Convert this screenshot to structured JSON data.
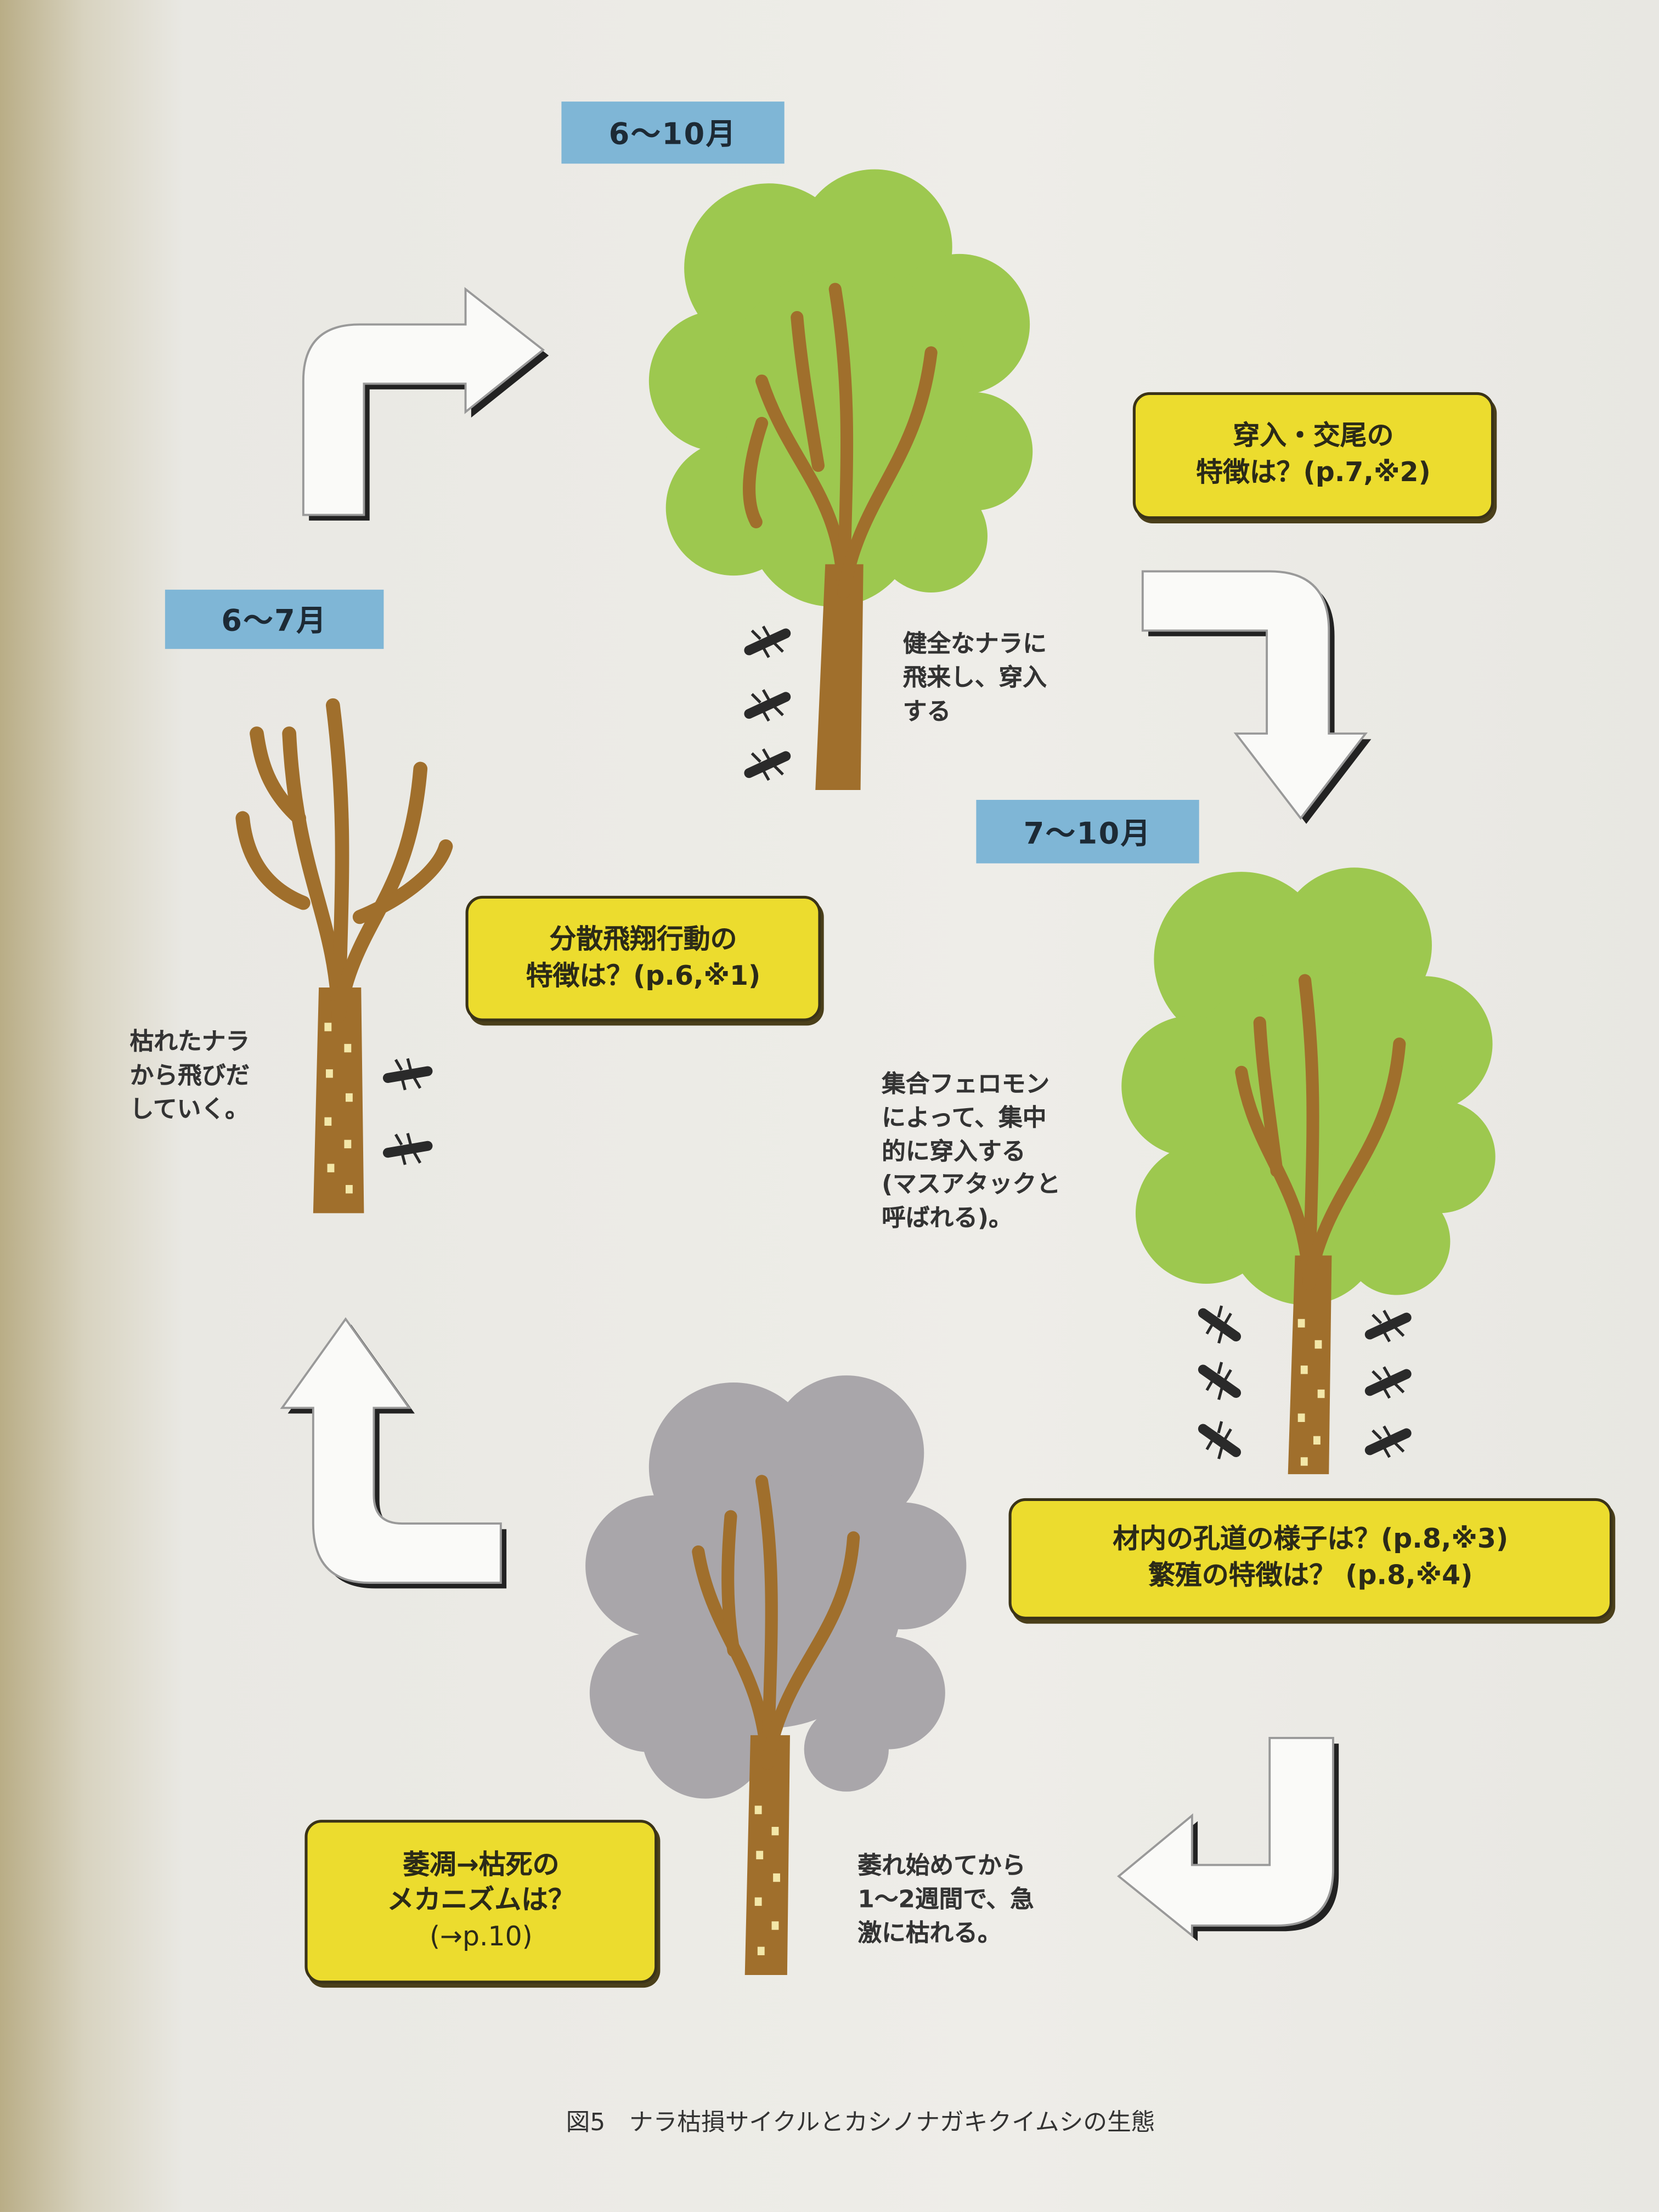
{
  "diagram": {
    "months": {
      "top": "6～10月",
      "right": "7～10月",
      "left": "6～7月"
    },
    "questions": {
      "entry": [
        "穿入・交尾の",
        "特徴は？(p.7,※2)"
      ],
      "gallery": [
        "材内の孔道の様子は？(p.8,※3)",
        "繁殖の特徴は？ (p.8,※4)"
      ],
      "death": [
        "萎凋→枯死の",
        "メカニズムは？",
        "(→p.10)"
      ],
      "dispersal": [
        "分散飛翔行動の",
        "特徴は？(p.6,※1)"
      ]
    },
    "notes": {
      "healthy": [
        "健全なナラに",
        "飛来し、穿入",
        "する"
      ],
      "mass_attack": [
        "集合フェロモン",
        "によって、集中",
        "的に穿入する",
        "(マスアタックと",
        "呼ばれる)。"
      ],
      "wilting": [
        "萎れ始めてから",
        "1～2週間で、急",
        "激に枯れる。"
      ],
      "leaving": [
        "枯れたナラ",
        "から飛びだ",
        "していく。"
      ]
    },
    "caption": "図5　ナラ枯損サイクルとカシノナガキクイムシの生態",
    "colors": {
      "canopy_green": "#9dc84f",
      "canopy_gray": "#a9a6aa",
      "trunk": "#a06f2c",
      "label_blue": "#7fb6d6",
      "box_yellow": "#ecdc2e"
    }
  }
}
